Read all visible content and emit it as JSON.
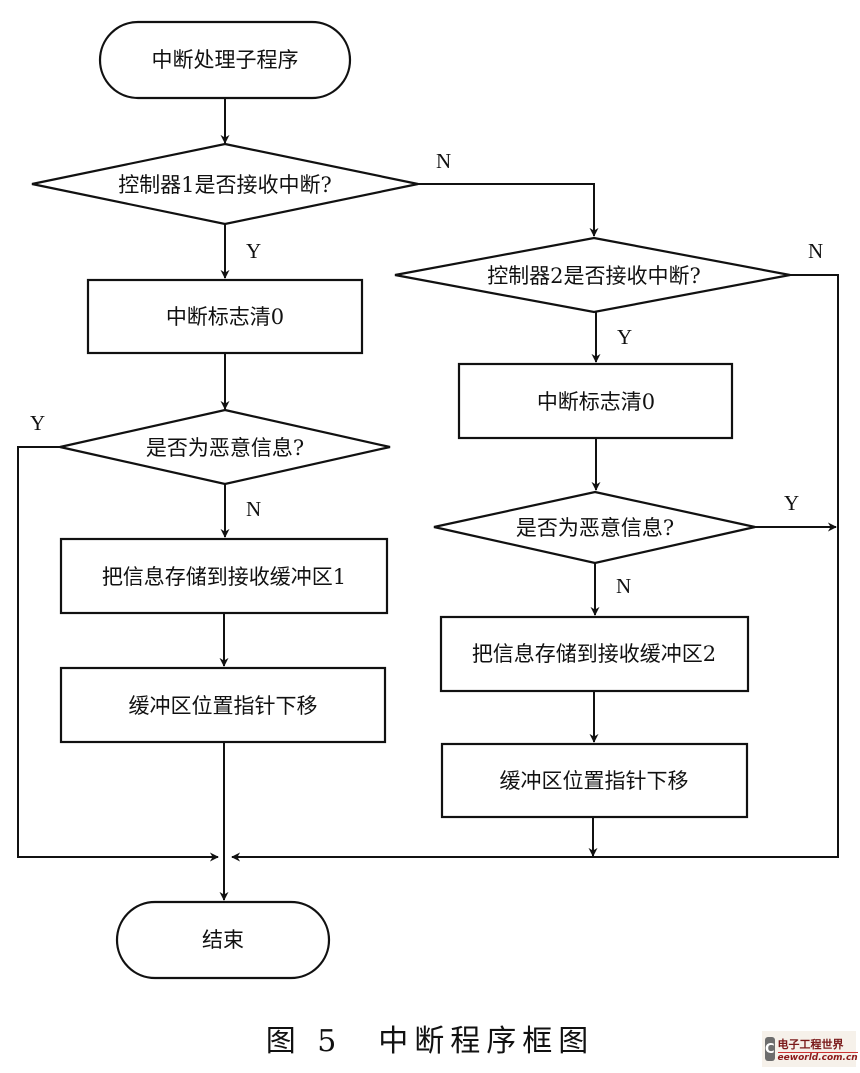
{
  "diagram": {
    "title": "中断程序框图",
    "caption": "图 5　中断程序框图",
    "nodes": {
      "start": "中断处理子程序",
      "decision_ctrl1": "控制器1是否接收中断?",
      "clear_flag_1": "中断标志清0",
      "decision_malicious_1": "是否为恶意信息?",
      "store_buffer_1": "把信息存储到接收缓冲区1",
      "move_pointer_1": "缓冲区位置指针下移",
      "decision_ctrl2": "控制器2是否接收中断?",
      "clear_flag_2": "中断标志清0",
      "decision_malicious_2": "是否为恶意信息?",
      "store_buffer_2": "把信息存储到接收缓冲区2",
      "move_pointer_2": "缓冲区位置指针下移",
      "end": "结束"
    },
    "labels": {
      "ctrl1_no": "N",
      "ctrl1_yes": "Y",
      "malicious1_yes": "Y",
      "malicious1_no": "N",
      "ctrl2_no": "N",
      "ctrl2_yes": "Y",
      "malicious2_yes": "Y",
      "malicious2_no": "N"
    },
    "edges": [
      {
        "from": "start",
        "to": "decision_ctrl1"
      },
      {
        "from": "decision_ctrl1",
        "to": "clear_flag_1",
        "label": "Y"
      },
      {
        "from": "decision_ctrl1",
        "to": "decision_ctrl2",
        "label": "N"
      },
      {
        "from": "clear_flag_1",
        "to": "decision_malicious_1"
      },
      {
        "from": "decision_malicious_1",
        "to": "store_buffer_1",
        "label": "N"
      },
      {
        "from": "decision_malicious_1",
        "to": "end",
        "label": "Y"
      },
      {
        "from": "store_buffer_1",
        "to": "move_pointer_1"
      },
      {
        "from": "move_pointer_1",
        "to": "end"
      },
      {
        "from": "decision_ctrl2",
        "to": "clear_flag_2",
        "label": "Y"
      },
      {
        "from": "decision_ctrl2",
        "to": "end",
        "label": "N"
      },
      {
        "from": "clear_flag_2",
        "to": "decision_malicious_2"
      },
      {
        "from": "decision_malicious_2",
        "to": "store_buffer_2",
        "label": "N"
      },
      {
        "from": "decision_malicious_2",
        "to": "end",
        "label": "Y"
      },
      {
        "from": "store_buffer_2",
        "to": "move_pointer_2"
      },
      {
        "from": "move_pointer_2",
        "to": "end"
      }
    ]
  },
  "watermark": {
    "icon": "eeworld-logo-icon",
    "name_cn": "电子工程世界",
    "domain": "eeworld.com.cn"
  }
}
